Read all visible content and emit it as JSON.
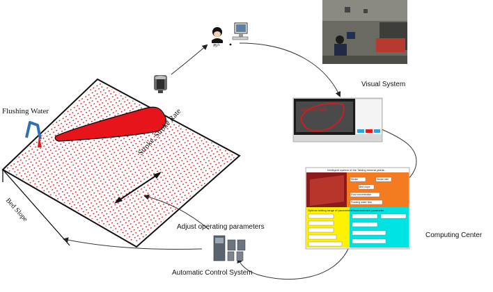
{
  "labels": {
    "flushing_water": "Flushing  Water",
    "stroke": "Stroke, Stroke Rate",
    "bed_slope": "Bed Slope",
    "visual_system": "Visual System",
    "computing_center": "Computing Center",
    "adjust_params": "Adjust operating parameters",
    "auto_control": "Automatic Control System",
    "user": "用户"
  },
  "visual_screen": {
    "overlay_text": "Rhenium Strip"
  },
  "computing_screen": {
    "title": "Intelligent system of the Tabling mineral plants...",
    "panel_top": [
      "Stroke",
      "Stroke rate",
      "Bed slope",
      "Flow concentration",
      "Flushing water flow"
    ],
    "panel_left_title": "Optimal setting range of parameters",
    "panel_right_title": "Recommended parameter"
  },
  "colors": {
    "red": "#e8141b",
    "table_red": "#d9262b",
    "orange": "#f47b20",
    "yellow": "#fff200",
    "cyan": "#00e3e3",
    "water_blue": "#2f6fb3"
  }
}
